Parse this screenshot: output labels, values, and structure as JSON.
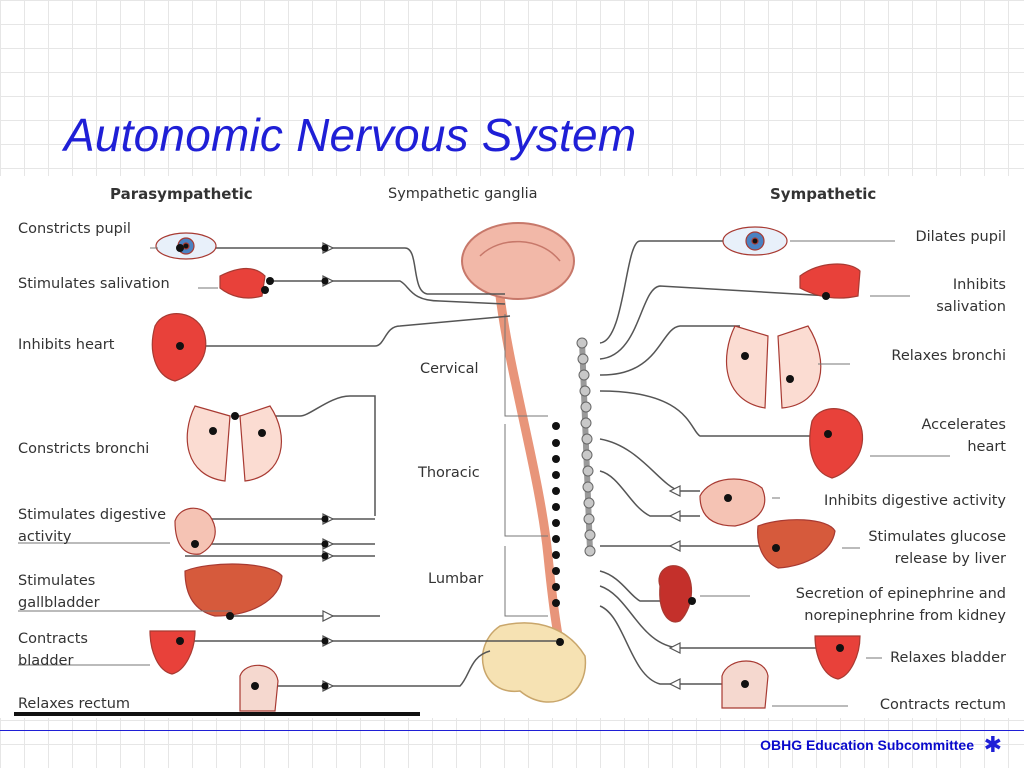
{
  "title": "Autonomic Nervous System",
  "footer": "OBHG Education Subcommittee",
  "headers": {
    "parasympathetic": "Parasympathetic",
    "ganglia": "Sympathetic ganglia",
    "sympathetic": "Sympathetic"
  },
  "regions": {
    "cervical": "Cervical",
    "thoracic": "Thoracic",
    "lumbar": "Lumbar"
  },
  "parasympathetic_effects": [
    "Constricts pupil",
    "Stimulates salivation",
    "Inhibits heart",
    "Constricts bronchi",
    "Stimulates digestive\nactivity",
    "Stimulates\ngallbladder",
    "Contracts\nbladder",
    "Relaxes rectum"
  ],
  "sympathetic_effects": [
    "Dilates pupil",
    "Inhibits\nsalivation",
    "Relaxes bronchi",
    "Accelerates\nheart",
    "Inhibits digestive activity",
    "Stimulates glucose\nrelease by liver",
    "Secretion of epinephrine and\nnorepinephrine from kidney",
    "Relaxes bladder",
    "Contracts rectum"
  ],
  "colors": {
    "title": "#1f1fd6",
    "footer": "#0a0acc",
    "organ": "#e8413a",
    "nerve": "#555555"
  }
}
